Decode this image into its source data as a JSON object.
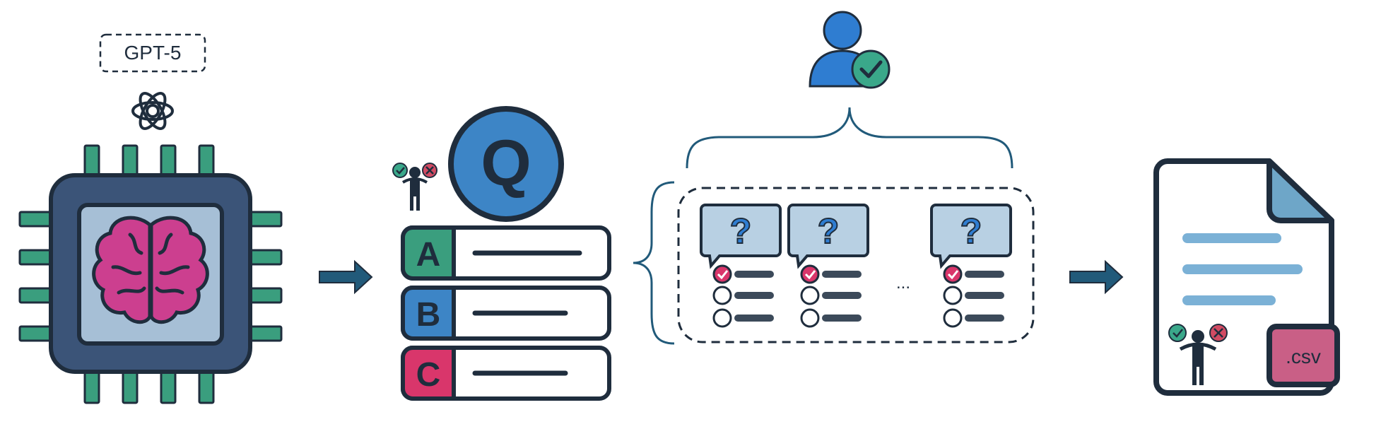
{
  "model": {
    "label": "GPT-5",
    "logo_icon": "openai-logo-icon",
    "chip_icon": "cpu-chip-icon",
    "brain_icon": "brain-icon"
  },
  "question_bank": {
    "q_badge": "Q",
    "options": [
      {
        "letter": "A",
        "color": "#3a9e7e"
      },
      {
        "letter": "B",
        "color": "#3d85c6"
      },
      {
        "letter": "C",
        "color": "#d9366b"
      }
    ],
    "judge_icon": "person-judging-correct-incorrect-icon"
  },
  "reviewer": {
    "icon": "user-verified-icon"
  },
  "questions": {
    "ellipsis": "...",
    "card_icon": "question-mark-icon",
    "check_icon": "check-circle-icon"
  },
  "output": {
    "file_label": ".csv",
    "file_icon": "document-icon",
    "judge_icon": "person-judging-correct-incorrect-icon"
  },
  "colors": {
    "stroke": "#1f2d3d",
    "chip_body": "#3b5478",
    "chip_inner": "#a6bfd6",
    "pins": "#3a9e7e",
    "brain": "#cc3f8f",
    "arrow": "#215a7a",
    "check_green": "#3aa88a",
    "cross_red": "#d24b63",
    "user_blue": "#2f7dd1",
    "card_fill": "#b8d0e3",
    "csv_pink": "#c95f86",
    "doc_lines": "#7bb1d6"
  }
}
